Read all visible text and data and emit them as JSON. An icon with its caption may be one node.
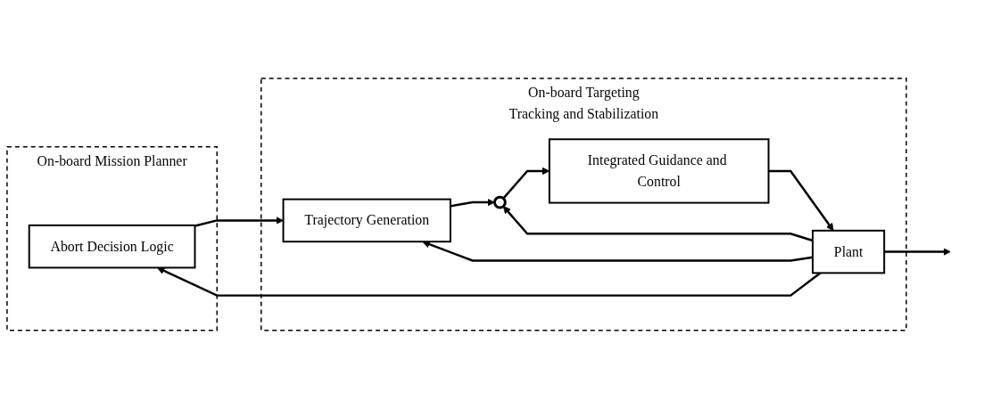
{
  "diagram": {
    "nodes": [
      {
        "text": [
          "On-board Mission Planner"
        ]
      },
      {
        "text": [
          "Abort Decision Logic"
        ],
        "in": 0
      },
      {
        "text": [
          "On-board Targeting",
          "Tracking and Stabilization"
        ]
      },
      {
        "text": [
          "Trajectory Generation"
        ],
        "in": 2
      },
      {
        "text": [],
        "shape": "circle",
        "in": 2
      },
      {
        "text": [
          "Integrated Guidance and Control"
        ],
        "in": 2
      },
      {
        "text": [
          "Plant"
        ],
        "in": 2
      }
    ],
    "edges": [
      {
        "from": 1,
        "to": 3,
        "arrow": "to"
      },
      {
        "from": 3,
        "to": 4,
        "arrow": "to"
      },
      {
        "from": 4,
        "to": 5,
        "arrow": "to"
      },
      {
        "from": 5,
        "to": 6,
        "arrow": "to"
      },
      {
        "from": 6,
        "to": null,
        "arrow": "to"
      },
      {
        "from": 6,
        "to": 4,
        "arrow": "to"
      },
      {
        "from": 6,
        "to": 3,
        "arrow": "to"
      },
      {
        "from": 6,
        "to": 1,
        "arrow": "to"
      }
    ]
  }
}
